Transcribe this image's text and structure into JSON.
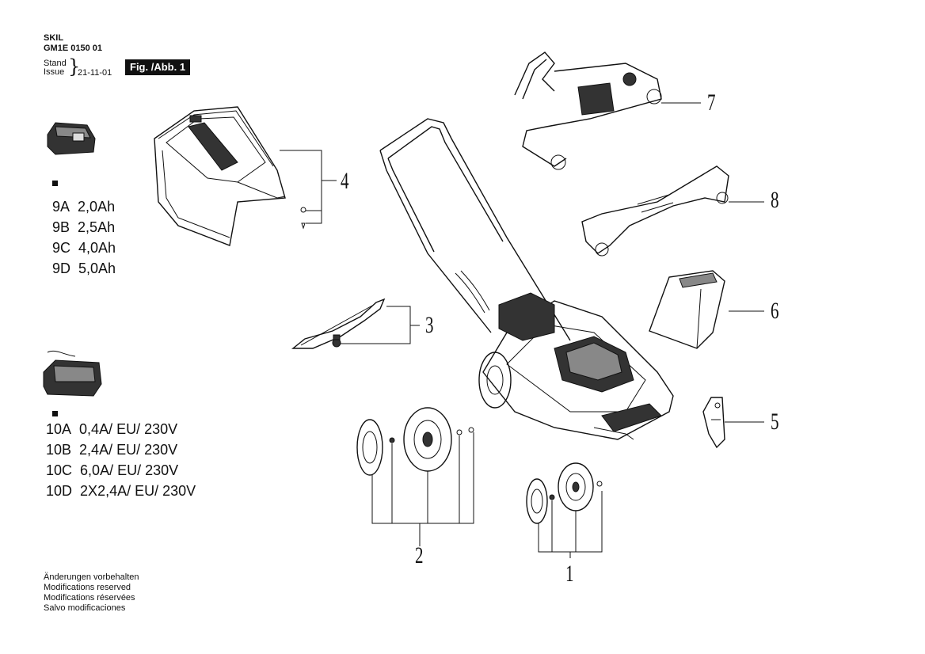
{
  "header": {
    "brand": "SKIL",
    "model": "GM1E 0150 01",
    "stand": "Stand",
    "issue": "Issue",
    "date": "21-11-01",
    "figure": "Fig. /Abb. 1"
  },
  "batteries": {
    "icon": "battery-pack-icon",
    "items": [
      {
        "code": "9A",
        "spec": "2,0Ah"
      },
      {
        "code": "9B",
        "spec": "2,5Ah"
      },
      {
        "code": "9C",
        "spec": "4,0Ah"
      },
      {
        "code": "9D",
        "spec": "5,0Ah"
      }
    ]
  },
  "chargers": {
    "icon": "charger-icon",
    "items": [
      {
        "code": "10A",
        "spec": "0,4A/ EU/ 230V"
      },
      {
        "code": "10B",
        "spec": "2,4A/ EU/ 230V"
      },
      {
        "code": "10C",
        "spec": "6,0A/ EU/ 230V"
      },
      {
        "code": "10D",
        "spec": "2X2,4A/ EU/ 230V"
      }
    ]
  },
  "callouts": [
    "1",
    "2",
    "3",
    "4",
    "5",
    "6",
    "7",
    "8"
  ],
  "notes": [
    "Änderungen vorbehalten",
    "Modifications reserved",
    "Modifications réservées",
    "Salvo modificaciones"
  ]
}
